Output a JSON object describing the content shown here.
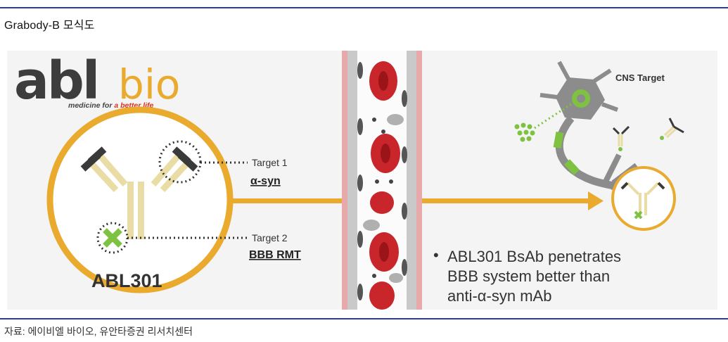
{
  "header": {
    "title": "Grabody-B 모식도"
  },
  "logo": {
    "part1": "abl",
    "part2": "bio",
    "tagline_a": "medicine for ",
    "tagline_b": "a better life"
  },
  "antibody": {
    "name": "ABL301",
    "target1_label": "Target 1",
    "target1_name": "α-syn",
    "target2_label": "Target 2",
    "target2_name": "BBB RMT"
  },
  "cns": {
    "label": "CNS Target"
  },
  "note": {
    "bullet": "•",
    "line1": "ABL301 BsAb penetrates",
    "line2": "BBB system better than",
    "line3": "anti-α-syn mAb"
  },
  "footer": {
    "source": "자료: 에이비엘 바이오, 유안타증권 리서치센터"
  },
  "colors": {
    "rule": "#2e3f86",
    "gold": "#e9aa2e",
    "cream": "#e9dca4",
    "dark_arm": "#3a3a3a",
    "green": "#7fc241",
    "blood_red": "#c8262b",
    "vessel_pink": "#e7a9a9",
    "vessel_gray": "#b7b7b7",
    "panel_bg": "#f5f5f5"
  }
}
